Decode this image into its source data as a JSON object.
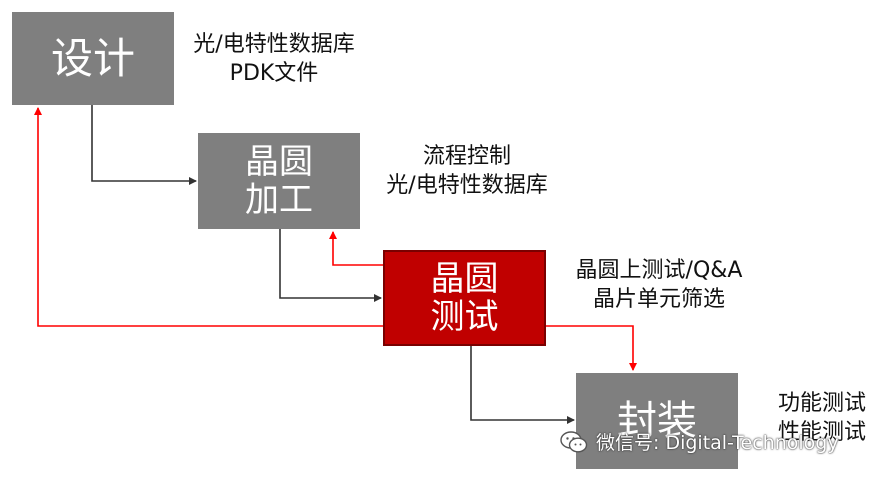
{
  "boxes": {
    "design": {
      "line1": "设计"
    },
    "fab": {
      "line1": "晶圆",
      "line2": "加工"
    },
    "test": {
      "line1": "晶圆",
      "line2": "测试"
    },
    "package": {
      "line1": "封装"
    }
  },
  "notes": {
    "design": {
      "line1": "光/电特性数据库",
      "line2": "PDK文件"
    },
    "fab": {
      "line1": "流程控制",
      "line2": "光/电特性数据库"
    },
    "test": {
      "line1": "晶圆上测试/Q&A",
      "line2": "晶片单元筛选"
    },
    "package": {
      "line1": "功能测试",
      "line2": "性能测试"
    }
  },
  "watermark": {
    "text": "微信号: Digital-Technology",
    "icon": "wechat-icon"
  },
  "colors": {
    "gray_box": "#7f7f7f",
    "red_box": "#c00000",
    "black_arrow": "#333333",
    "red_arrow": "#ff0000"
  }
}
